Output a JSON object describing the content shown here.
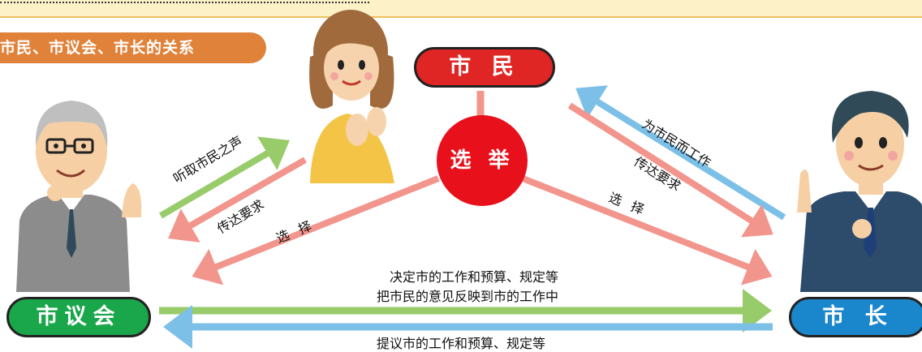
{
  "title": "市民、市议会、市长的关系",
  "nodes": {
    "citizens": "市 民",
    "council": "市议会",
    "mayor": "市 长",
    "election": "选 举"
  },
  "labels": {
    "listen": "听取市民之声",
    "convey_left": "传达要求",
    "elect_left": "选 择",
    "work_for": "为市民而工作",
    "convey_right": "传达要求",
    "elect_right": "选 择",
    "decide": "决定市的工作和预算、规定等",
    "reflect": "把市民的意见反映到市的工作中",
    "propose": "提议市的工作和预算、规定等"
  },
  "colors": {
    "green_arrow": "#98cc6a",
    "pink_arrow": "#f2958c",
    "blue_arrow": "#7cc0e8",
    "title_tab": "#e0823a"
  },
  "icons": [
    "councillor-figure",
    "citizen-figure",
    "mayor-figure"
  ]
}
